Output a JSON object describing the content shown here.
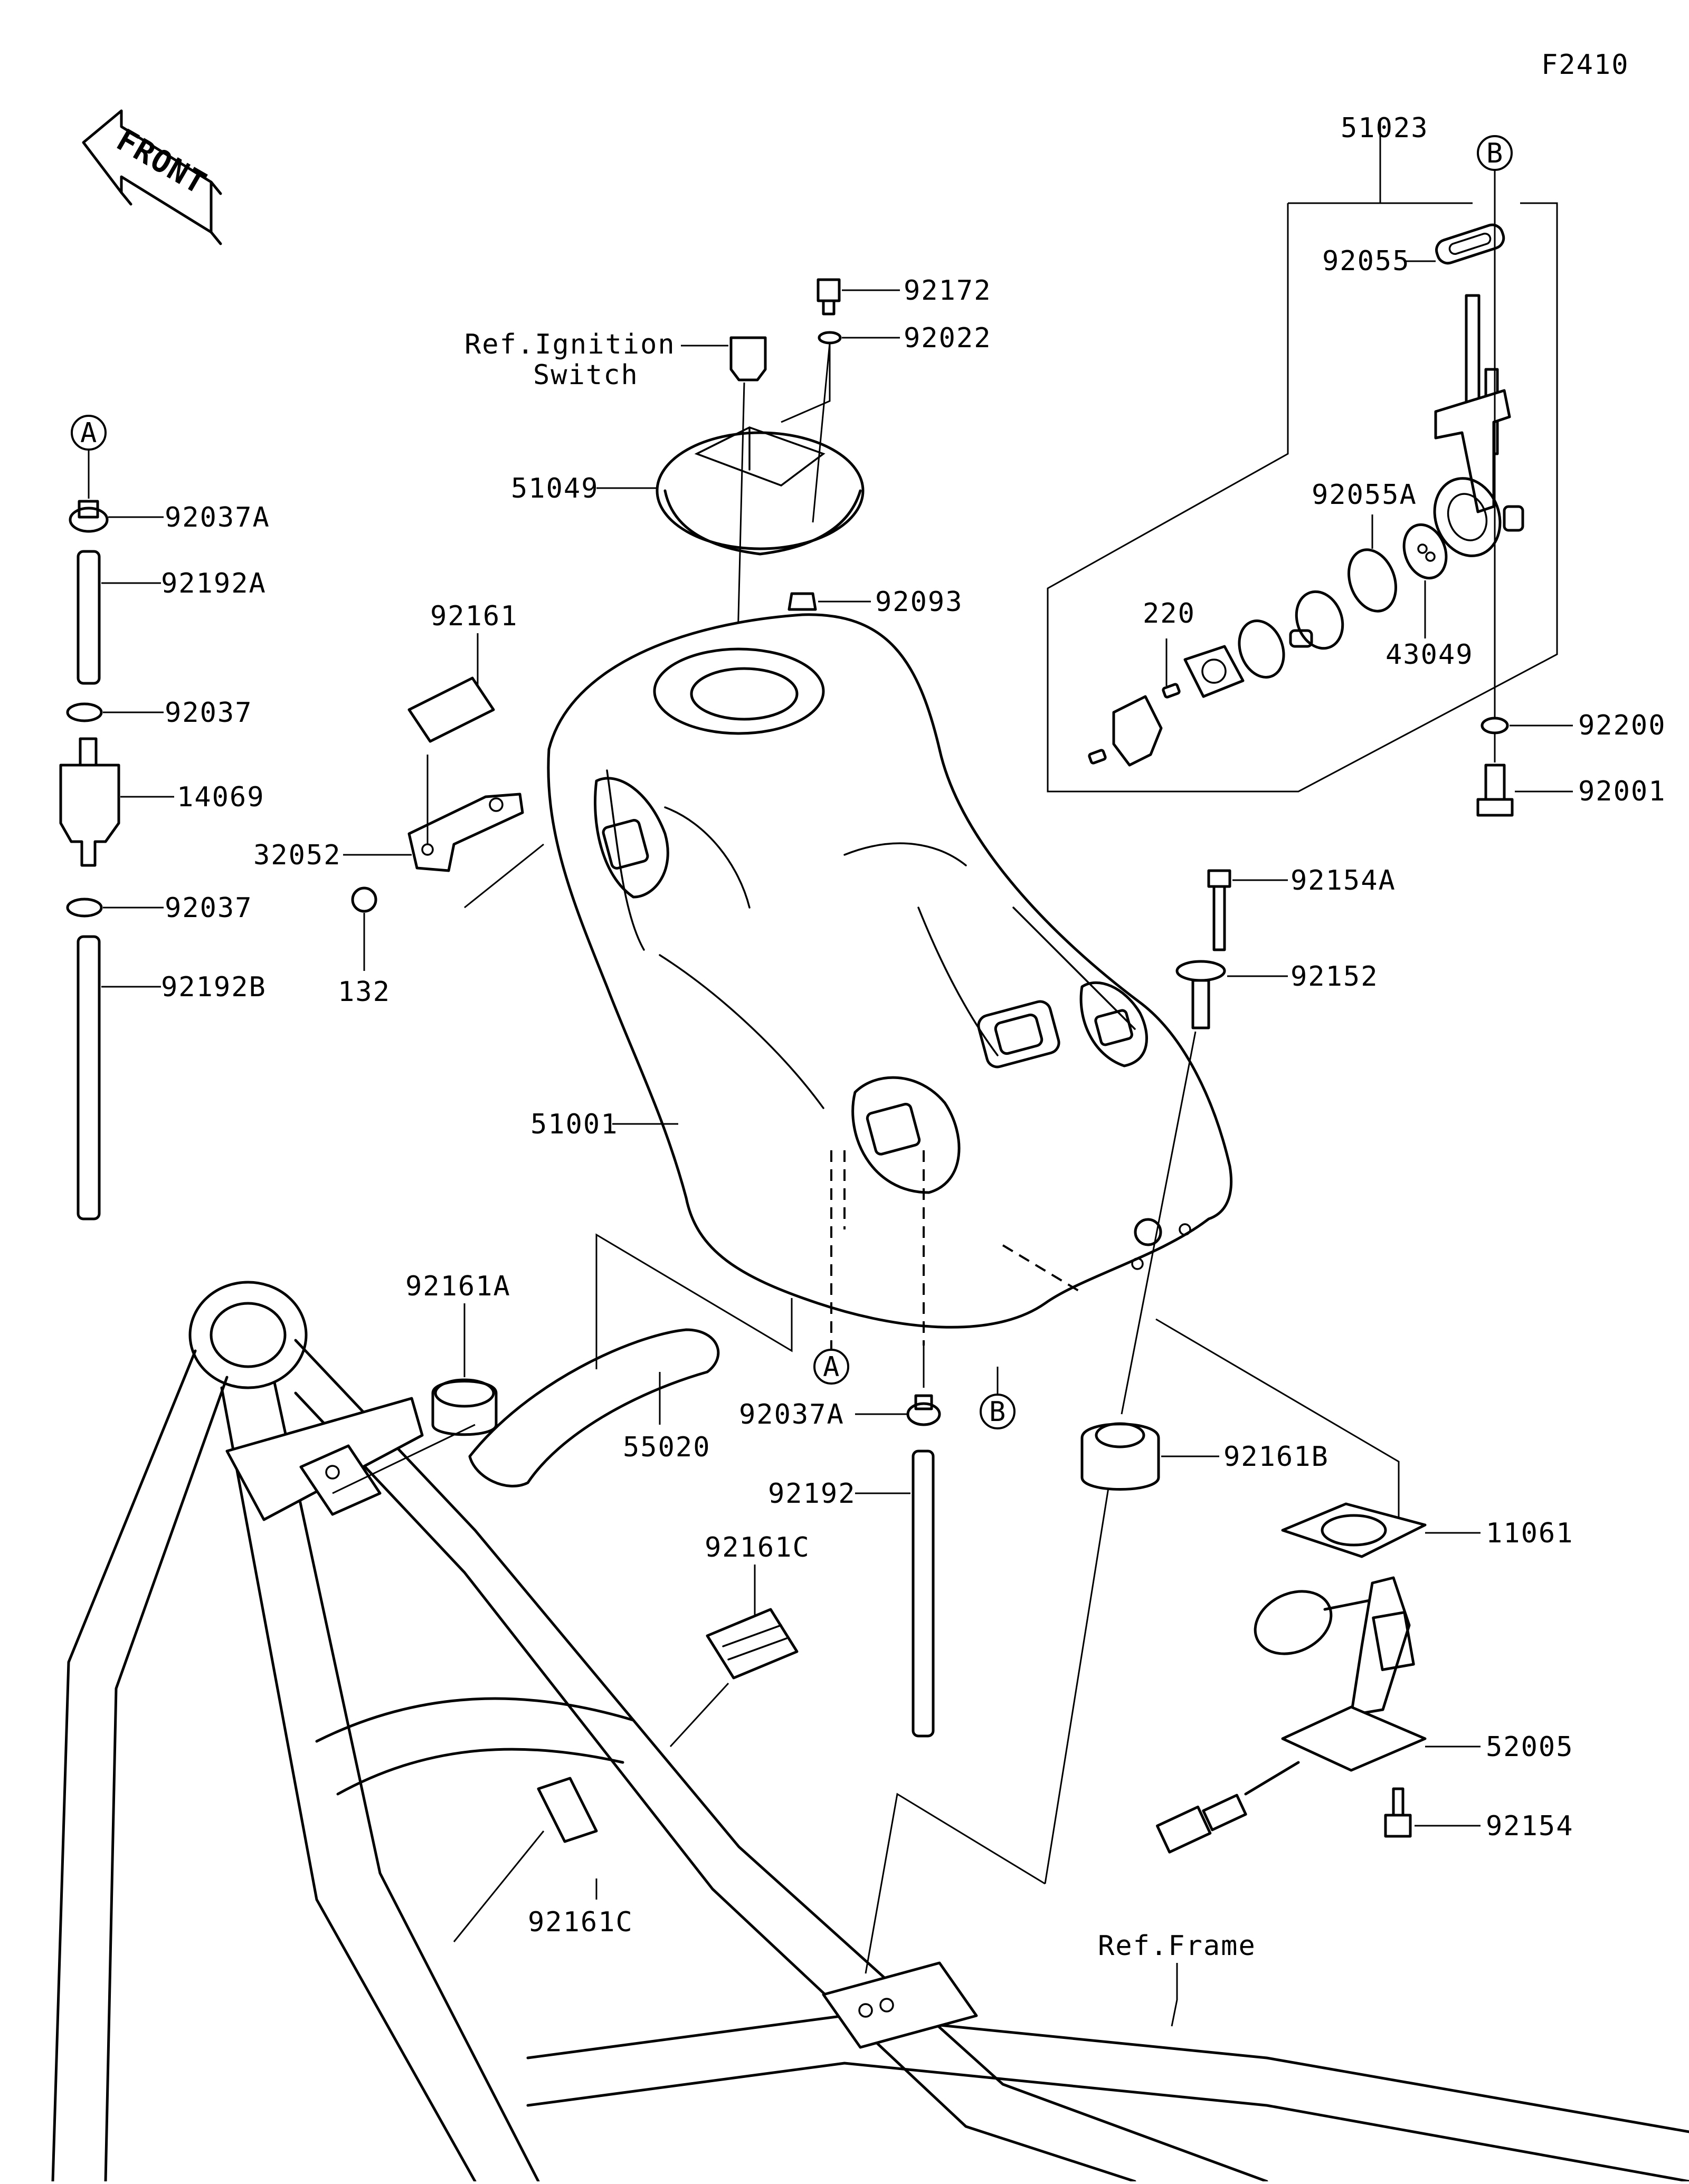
{
  "figure_code": "F2410",
  "front_label": "FRONT",
  "ref_ignition": [
    "Ref.Ignition",
    "Switch"
  ],
  "ref_frame": "Ref.Frame",
  "callouts": {
    "A": "A",
    "B": "B"
  },
  "parts": {
    "p51023": "51023",
    "p92055": "92055",
    "p92055A": "92055A",
    "p220": "220",
    "p43049": "43049",
    "p92200": "92200",
    "p92001": "92001",
    "p92172": "92172",
    "p92022": "92022",
    "p51049": "51049",
    "p92093": "92093",
    "p92037A_top": "92037A",
    "p92192A": "92192A",
    "p92037_upper": "92037",
    "p14069": "14069",
    "p92037_lower": "92037",
    "p92192B": "92192B",
    "p92161": "92161",
    "p32052": "32052",
    "p132": "132",
    "p92154A": "92154A",
    "p92152": "92152",
    "p51001": "51001",
    "p92161A": "92161A",
    "p55020": "55020",
    "p92037A_mid": "92037A",
    "p92192": "92192",
    "p92161B": "92161B",
    "p11061": "11061",
    "p92161C_upper": "92161C",
    "p52005": "52005",
    "p92154": "92154",
    "p92161C_lower": "92161C"
  }
}
